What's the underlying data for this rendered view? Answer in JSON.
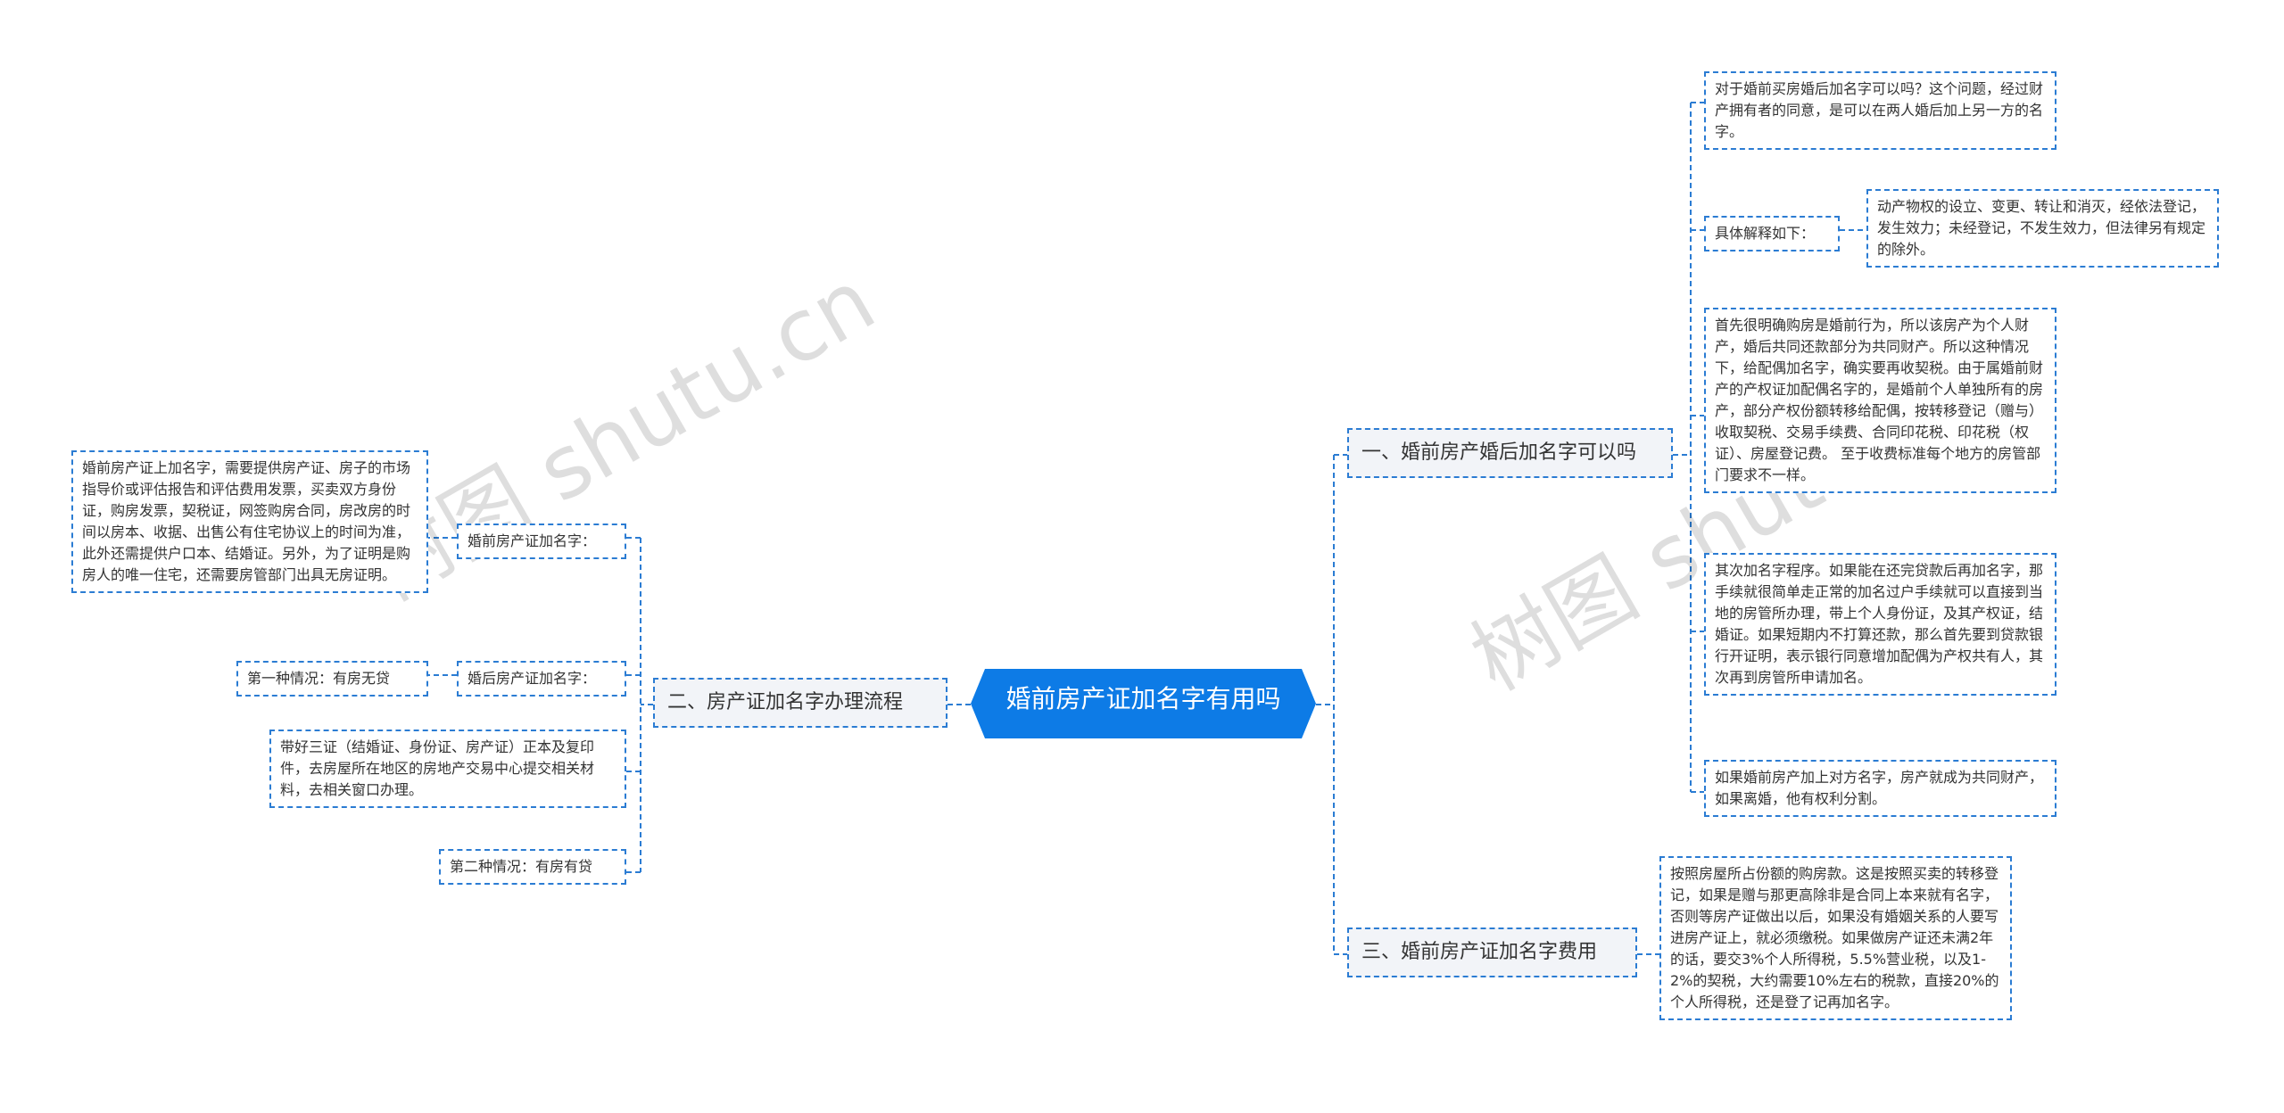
{
  "watermarks": [
    "树图 shutu.cn",
    "树图 shutu.cn"
  ],
  "root": {
    "label": "婚前房产证加名字有用吗"
  },
  "branches": {
    "b1": {
      "label": "一、婚前房产婚后加名字可以吗"
    },
    "b2": {
      "label": "二、房产证加名字办理流程"
    },
    "b3": {
      "label": "三、婚前房产证加名字费用"
    }
  },
  "b1_children": {
    "n1": "对于婚前买房婚后加名字可以吗？这个问题，经过财产拥有者的同意，是可以在两人婚后加上另一方的名字。",
    "n2": "具体解释如下：",
    "n2a": "动产物权的设立、变更、转让和消灭，经依法登记，发生效力；未经登记，不发生效力，但法律另有规定的除外。",
    "n3": "首先很明确购房是婚前行为，所以该房产为个人财产，婚后共同还款部分为共同财产。所以这种情况下，给配偶加名字，确实要再收契税。由于属婚前财产的产权证加配偶名字的，是婚前个人单独所有的房产，部分产权份额转移给配偶，按转移登记（赠与）收取契税、交易手续费、合同印花税、印花税（权证）、房屋登记费。 至于收费标准每个地方的房管部门要求不一样。",
    "n4": "其次加名字程序。如果能在还完贷款后再加名字，那手续就很简单走正常的加名过户手续就可以直接到当地的房管所办理，带上个人身份证，及其产权证，结婚证。如果短期内不打算还款，那么首先要到贷款银行开证明，表示银行同意增加配偶为产权共有人，其次再到房管所申请加名。",
    "n5": "如果婚前房产加上对方名字，房产就成为共同财产，如果离婚，他有权利分割。"
  },
  "b2_children": {
    "m1": "婚前房产证加名字：",
    "m1a": "婚前房产证上加名字，需要提供房产证、房子的市场指导价或评估报告和评估费用发票，买卖双方身份证，购房发票，契税证，网签购房合同，房改房的时间以房本、收据、出售公有住宅协议上的时间为准，此外还需提供户口本、结婚证。另外，为了证明是购房人的唯一住宅，还需要房管部门出具无房证明。",
    "m2": "婚后房产证加名字：",
    "m2a": "第一种情况：有房无贷",
    "m3": "带好三证（结婚证、身份证、房产证）正本及复印件，去房屋所在地区的房地产交易中心提交相关材料，去相关窗口办理。",
    "m4": "第二种情况：有房有贷"
  },
  "b3_children": {
    "p1": "按照房屋所占份额的购房款。这是按照买卖的转移登记，如果是赠与那更高除非是合同上本来就有名字，否则等房产证做出以后，如果没有婚姻关系的人要写进房产证上，就必须缴税。如果做房产证还未满2年的话，要交3%个人所得税，5.5%营业税，以及1-2%的契税，大约需要10%左右的税款，直接20%的个人所得税，还是登了记再加名字。"
  },
  "colors": {
    "accent": "#0d7be6",
    "border": "#2b7cd3",
    "branch_bg": "#f2f4f8"
  }
}
